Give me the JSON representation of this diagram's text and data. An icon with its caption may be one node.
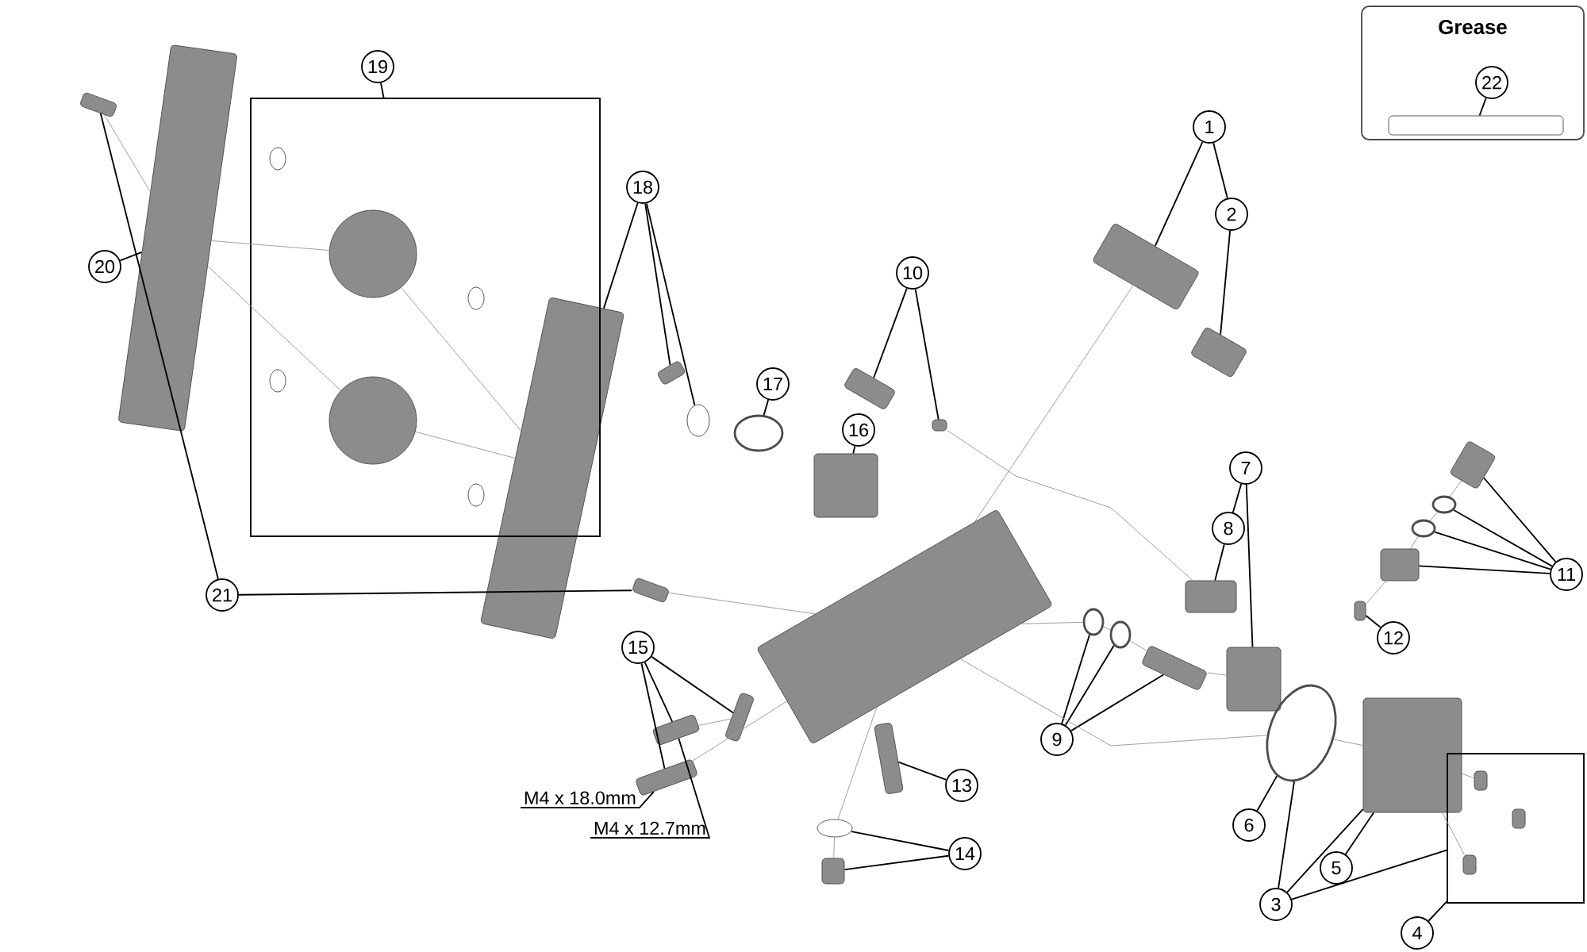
{
  "diagram": {
    "nodes": [
      {
        "text": [
          "Grease"
        ]
      },
      {
        "text": [
          "22"
        ],
        "in": 0
      },
      {
        "text": [],
        "shape": "box",
        "in": 0
      },
      {
        "text": [
          "1"
        ]
      },
      {
        "text": [
          "2"
        ]
      },
      {
        "text": [],
        "shape": "box"
      },
      {
        "text": [],
        "shape": "box"
      },
      {
        "text": [
          "18"
        ]
      },
      {
        "text": [],
        "shape": "box"
      },
      {
        "text": [],
        "shape": "box"
      },
      {
        "text": [],
        "shape": "circle"
      },
      {
        "text": [
          "19"
        ]
      },
      {
        "text": [],
        "shape": "box"
      },
      {
        "text": [],
        "shape": "circle",
        "in": 12
      },
      {
        "text": [],
        "shape": "circle",
        "in": 12
      },
      {
        "text": [
          "20"
        ]
      },
      {
        "text": [],
        "shape": "box"
      },
      {
        "text": [
          "21"
        ]
      },
      {
        "text": [],
        "shape": "box"
      },
      {
        "text": [
          "10"
        ]
      },
      {
        "text": [],
        "shape": "box"
      },
      {
        "text": [],
        "shape": "box"
      },
      {
        "text": [
          "17"
        ]
      },
      {
        "text": [],
        "shape": "circle"
      },
      {
        "text": [
          "16"
        ]
      },
      {
        "text": [],
        "shape": "box"
      },
      {
        "text": [
          "7"
        ]
      },
      {
        "text": [
          "8"
        ]
      },
      {
        "text": [],
        "shape": "box"
      },
      {
        "text": [],
        "shape": "box"
      },
      {
        "text": [
          "9"
        ]
      },
      {
        "text": [],
        "shape": "box"
      },
      {
        "text": [
          "11"
        ]
      },
      {
        "text": [],
        "shape": "box"
      },
      {
        "text": [],
        "shape": "circle"
      },
      {
        "text": [],
        "shape": "circle"
      },
      {
        "text": [],
        "shape": "box"
      },
      {
        "text": [
          "12"
        ]
      },
      {
        "text": [],
        "shape": "box"
      },
      {
        "text": [
          "13"
        ]
      },
      {
        "text": [],
        "shape": "box"
      },
      {
        "text": [
          "14"
        ]
      },
      {
        "text": [],
        "shape": "circle"
      },
      {
        "text": [],
        "shape": "box"
      },
      {
        "text": [
          "15"
        ]
      },
      {
        "text": [],
        "shape": "box"
      },
      {
        "text": [],
        "shape": "box"
      },
      {
        "text": [],
        "shape": "box"
      },
      {
        "text": [
          "M4 x 18.0mm"
        ]
      },
      {
        "text": [
          "M4 x 12.7mm"
        ]
      },
      {
        "text": [
          "6"
        ]
      },
      {
        "text": [],
        "shape": "circle"
      },
      {
        "text": [
          "5"
        ]
      },
      {
        "text": [],
        "shape": "box"
      },
      {
        "text": [
          "3"
        ]
      },
      {
        "text": [
          "4"
        ]
      },
      {
        "text": [],
        "shape": "box"
      },
      {
        "text": [],
        "shape": "box",
        "in": 56
      },
      {
        "text": [],
        "shape": "box",
        "in": 56
      },
      {
        "text": [],
        "shape": "box",
        "in": 56
      },
      {
        "text": [],
        "shape": "box"
      },
      {
        "text": [],
        "shape": "circle"
      },
      {
        "text": [],
        "shape": "circle"
      },
      {
        "text": [],
        "shape": "box"
      }
    ],
    "edges": [
      {
        "from": 1,
        "to": 2,
        "arrow": "none"
      },
      {
        "from": 3,
        "to": 5,
        "arrow": "none"
      },
      {
        "from": 3,
        "to": 4,
        "arrow": "none"
      },
      {
        "from": 4,
        "to": 6,
        "arrow": "none"
      },
      {
        "from": 7,
        "to": 8,
        "arrow": "none"
      },
      {
        "from": 7,
        "to": 9,
        "arrow": "none"
      },
      {
        "from": 7,
        "to": 10,
        "arrow": "none"
      },
      {
        "from": 11,
        "to": 12,
        "arrow": "none"
      },
      {
        "from": 15,
        "to": 16,
        "arrow": "none"
      },
      {
        "from": 17,
        "to": 18,
        "arrow": "none"
      },
      {
        "from": 17,
        "to": 60,
        "arrow": "none"
      },
      {
        "from": 19,
        "to": 20,
        "arrow": "none"
      },
      {
        "from": 19,
        "to": 21,
        "arrow": "none"
      },
      {
        "from": 22,
        "to": 23,
        "arrow": "none"
      },
      {
        "from": 24,
        "to": 25,
        "arrow": "none"
      },
      {
        "from": 26,
        "to": 27,
        "arrow": "none"
      },
      {
        "from": 26,
        "to": 29,
        "arrow": "none"
      },
      {
        "from": 27,
        "to": 28,
        "arrow": "none"
      },
      {
        "from": 30,
        "to": 61,
        "arrow": "none"
      },
      {
        "from": 30,
        "to": 62,
        "arrow": "none"
      },
      {
        "from": 30,
        "to": 63,
        "arrow": "none"
      },
      {
        "from": 32,
        "to": 33,
        "arrow": "none"
      },
      {
        "from": 32,
        "to": 34,
        "arrow": "none"
      },
      {
        "from": 32,
        "to": 35,
        "arrow": "none"
      },
      {
        "from": 32,
        "to": 36,
        "arrow": "none"
      },
      {
        "from": 37,
        "to": 38,
        "arrow": "none"
      },
      {
        "from": 39,
        "to": 40,
        "arrow": "none"
      },
      {
        "from": 41,
        "to": 42,
        "arrow": "none"
      },
      {
        "from": 41,
        "to": 43,
        "arrow": "none"
      },
      {
        "from": 44,
        "to": 46,
        "arrow": "none"
      },
      {
        "from": 44,
        "to": 45,
        "arrow": "none"
      },
      {
        "from": 44,
        "to": 47,
        "arrow": "none"
      },
      {
        "from": 48,
        "to": 46,
        "arrow": "none"
      },
      {
        "from": 49,
        "to": 45,
        "arrow": "none"
      },
      {
        "from": 50,
        "to": 51,
        "arrow": "none"
      },
      {
        "from": 52,
        "to": 53,
        "arrow": "none"
      },
      {
        "from": 54,
        "to": 51,
        "arrow": "none"
      },
      {
        "from": 54,
        "to": 53,
        "arrow": "none"
      },
      {
        "from": 54,
        "to": 56,
        "arrow": "none"
      },
      {
        "from": 55,
        "to": 56,
        "arrow": "none"
      },
      {
        "from": 18,
        "to": 16,
        "arrow": "none",
        "color": "#999999"
      },
      {
        "from": 16,
        "to": 13,
        "arrow": "none",
        "color": "#999999"
      },
      {
        "from": 13,
        "to": 8,
        "arrow": "none",
        "color": "#999999"
      },
      {
        "from": 16,
        "to": 14,
        "arrow": "none",
        "color": "#999999"
      },
      {
        "from": 14,
        "to": 8,
        "arrow": "none",
        "color": "#999999"
      },
      {
        "from": 60,
        "to": 31,
        "arrow": "none",
        "color": "#999999"
      },
      {
        "from": 5,
        "to": 31,
        "arrow": "none",
        "color": "#999999"
      },
      {
        "from": 21,
        "to": 28,
        "arrow": "none",
        "color": "#999999"
      },
      {
        "from": 31,
        "to": 61,
        "arrow": "none",
        "color": "#999999"
      },
      {
        "from": 61,
        "to": 62,
        "arrow": "none",
        "color": "#999999"
      },
      {
        "from": 62,
        "to": 63,
        "arrow": "none",
        "color": "#999999"
      },
      {
        "from": 63,
        "to": 29,
        "arrow": "none",
        "color": "#999999"
      },
      {
        "from": 31,
        "to": 42,
        "arrow": "none",
        "color": "#999999"
      },
      {
        "from": 42,
        "to": 43,
        "arrow": "none",
        "color": "#999999"
      },
      {
        "from": 38,
        "to": 36,
        "arrow": "none",
        "color": "#999999"
      },
      {
        "from": 36,
        "to": 35,
        "arrow": "none",
        "color": "#999999"
      },
      {
        "from": 35,
        "to": 34,
        "arrow": "none",
        "color": "#999999"
      },
      {
        "from": 34,
        "to": 33,
        "arrow": "none",
        "color": "#999999"
      },
      {
        "from": 31,
        "to": 51,
        "arrow": "none",
        "color": "#999999"
      },
      {
        "from": 51,
        "to": 53,
        "arrow": "none",
        "color": "#999999"
      },
      {
        "from": 53,
        "to": 57,
        "arrow": "none",
        "color": "#999999"
      },
      {
        "from": 53,
        "to": 59,
        "arrow": "none",
        "color": "#999999"
      },
      {
        "from": 46,
        "to": 31,
        "arrow": "none",
        "color": "#999999"
      },
      {
        "from": 45,
        "to": 47,
        "arrow": "none",
        "color": "#999999"
      }
    ]
  }
}
